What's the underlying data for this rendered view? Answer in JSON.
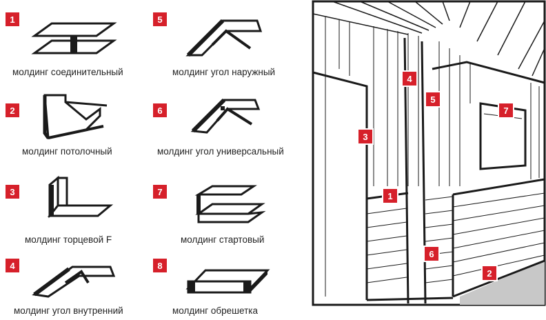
{
  "profiles": [
    {
      "number": "1",
      "label": "молдинг соединительный",
      "icon": "h-connector-profile-icon"
    },
    {
      "number": "2",
      "label": "молдинг потолочный",
      "icon": "ceiling-profile-icon"
    },
    {
      "number": "3",
      "label": "молдинг торцевой F",
      "icon": "f-end-profile-icon"
    },
    {
      "number": "4",
      "label": "молдинг угол внутренний",
      "icon": "inner-corner-profile-icon"
    },
    {
      "number": "5",
      "label": "молдинг угол наружный",
      "icon": "outer-corner-profile-icon"
    },
    {
      "number": "6",
      "label": "молдинг угол универсальный",
      "icon": "universal-corner-profile-icon"
    },
    {
      "number": "7",
      "label": "молдинг стартовый",
      "icon": "starter-profile-icon"
    },
    {
      "number": "8",
      "label": "молдинг обрешетка",
      "icon": "batten-profile-icon"
    }
  ],
  "room_markers": [
    "4",
    "5",
    "3",
    "7",
    "1",
    "6",
    "2"
  ],
  "colors": {
    "badge": "#d6202a",
    "line": "#1a1a1a",
    "floor": "#c8c8c8"
  }
}
